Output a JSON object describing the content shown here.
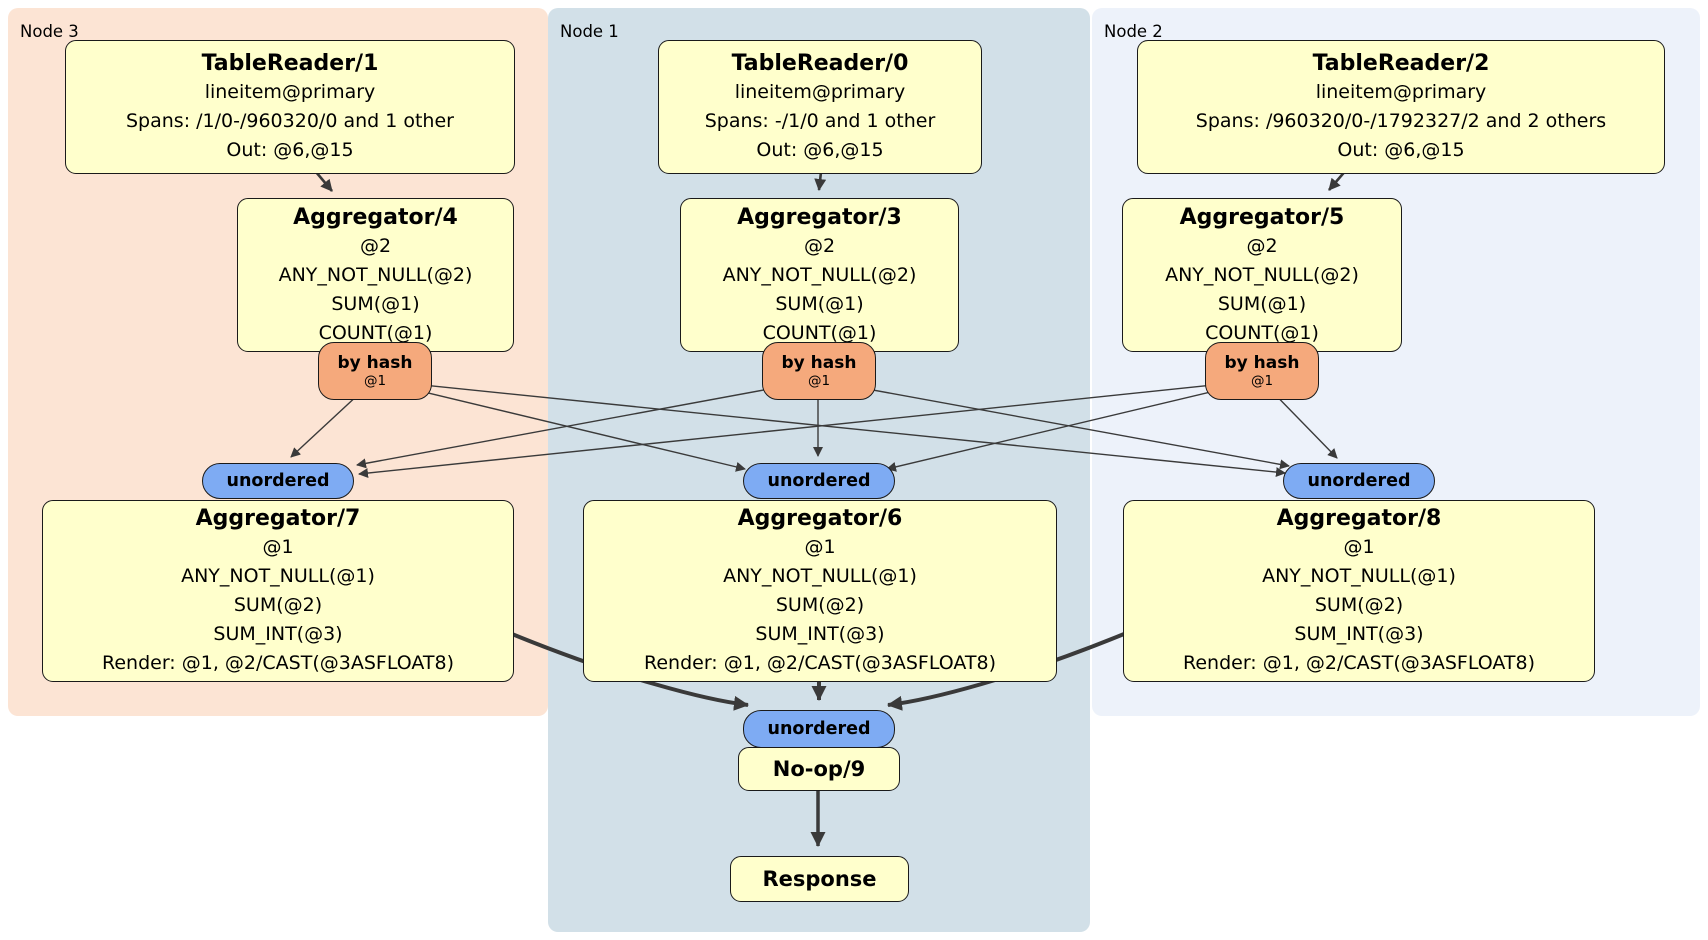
{
  "colors": {
    "node3_bg": "#fce4d4",
    "node1_bg": "#d2e0e8",
    "node2_bg": "#edf2fa",
    "processor_fill": "#ffffcc",
    "router_fill": "#f5a97c",
    "sync_fill": "#7eabf3",
    "edge": "#3a3a3a",
    "border": "#1a1a1a"
  },
  "node3": {
    "label": "Node 3",
    "tablereader": {
      "title": "TableReader/1",
      "lines": [
        "lineitem@primary",
        "Spans: /1/0-/960320/0 and 1 other",
        "Out: @6,@15"
      ]
    },
    "aggregator_top": {
      "title": "Aggregator/4",
      "lines": [
        "@2",
        "ANY_NOT_NULL(@2)",
        "SUM(@1)",
        "COUNT(@1)"
      ]
    },
    "router": {
      "label": "by hash",
      "detail": "@1"
    },
    "sync": {
      "label": "unordered"
    },
    "aggregator_bottom": {
      "title": "Aggregator/7",
      "lines": [
        "@1",
        "ANY_NOT_NULL(@1)",
        "SUM(@2)",
        "SUM_INT(@3)",
        "Render: @1, @2/CAST(@3ASFLOAT8)"
      ]
    }
  },
  "node1": {
    "label": "Node 1",
    "tablereader": {
      "title": "TableReader/0",
      "lines": [
        "lineitem@primary",
        "Spans: -/1/0 and 1 other",
        "Out: @6,@15"
      ]
    },
    "aggregator_top": {
      "title": "Aggregator/3",
      "lines": [
        "@2",
        "ANY_NOT_NULL(@2)",
        "SUM(@1)",
        "COUNT(@1)"
      ]
    },
    "router": {
      "label": "by hash",
      "detail": "@1"
    },
    "sync": {
      "label": "unordered"
    },
    "aggregator_bottom": {
      "title": "Aggregator/6",
      "lines": [
        "@1",
        "ANY_NOT_NULL(@1)",
        "SUM(@2)",
        "SUM_INT(@3)",
        "Render: @1, @2/CAST(@3ASFLOAT8)"
      ]
    },
    "final_sync": {
      "label": "unordered"
    },
    "noop": {
      "title": "No-op/9"
    },
    "response": {
      "title": "Response"
    }
  },
  "node2": {
    "label": "Node 2",
    "tablereader": {
      "title": "TableReader/2",
      "lines": [
        "lineitem@primary",
        "Spans: /960320/0-/1792327/2 and 2 others",
        "Out: @6,@15"
      ]
    },
    "aggregator_top": {
      "title": "Aggregator/5",
      "lines": [
        "@2",
        "ANY_NOT_NULL(@2)",
        "SUM(@1)",
        "COUNT(@1)"
      ]
    },
    "router": {
      "label": "by hash",
      "detail": "@1"
    },
    "sync": {
      "label": "unordered"
    },
    "aggregator_bottom": {
      "title": "Aggregator/8",
      "lines": [
        "@1",
        "ANY_NOT_NULL(@1)",
        "SUM(@2)",
        "SUM_INT(@3)",
        "Render: @1, @2/CAST(@3ASFLOAT8)"
      ]
    }
  }
}
